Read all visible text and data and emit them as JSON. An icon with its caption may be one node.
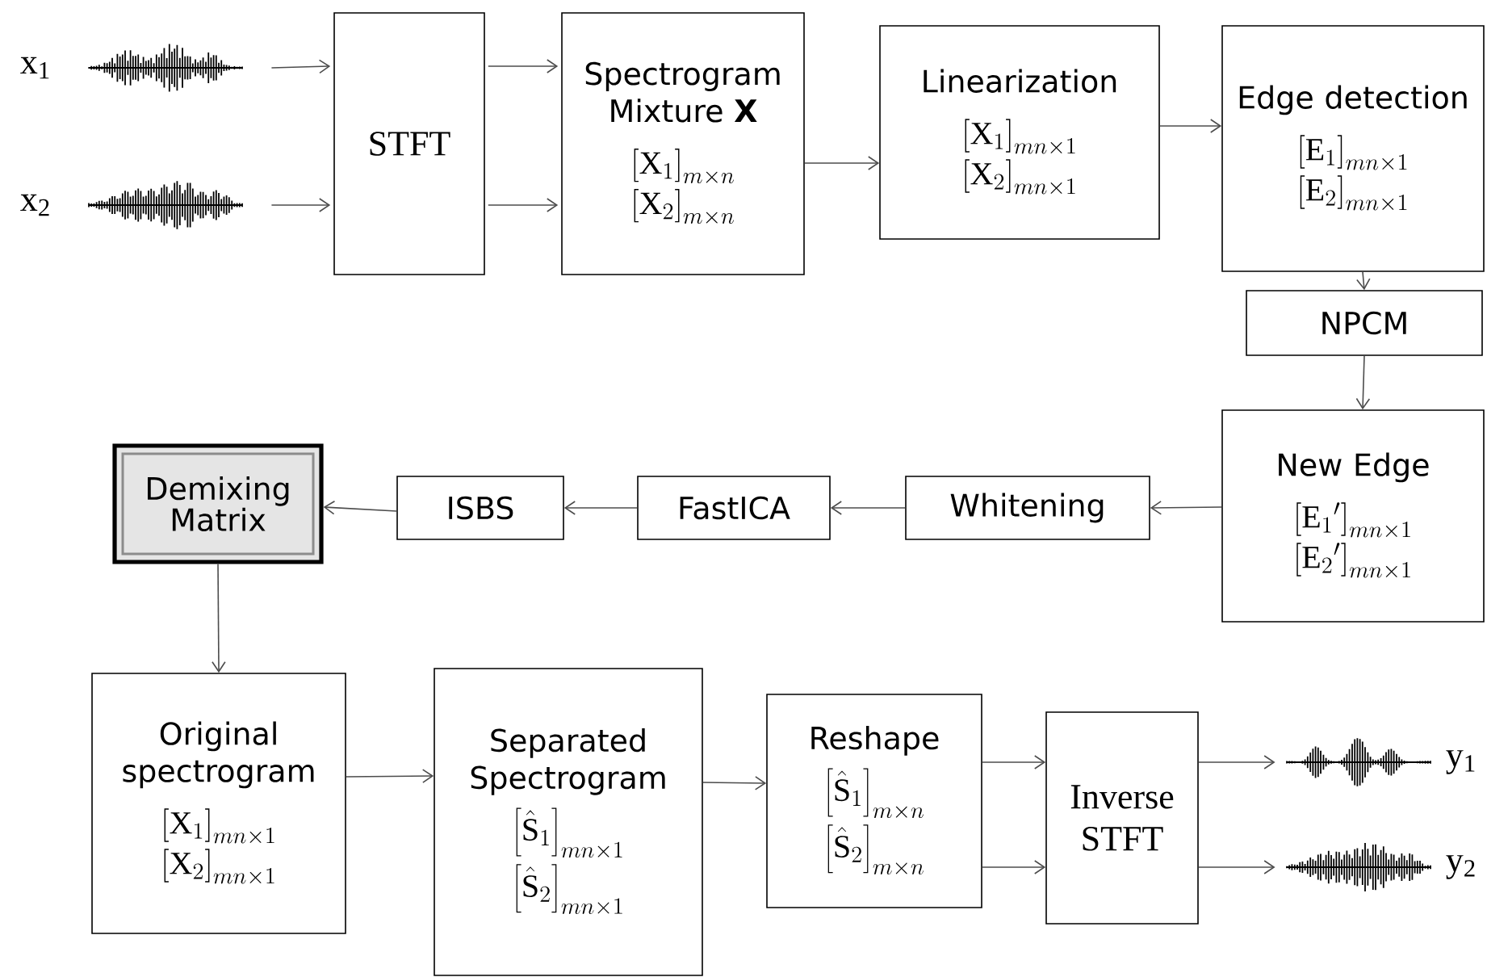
{
  "diagram": {
    "nodes": [
      {
        "text": [],
        "shape": "picture",
        "beside": [
          "x$_{1}$"
        ]
      },
      {
        "text": [],
        "shape": "picture",
        "beside": [
          "x$_{2}$"
        ]
      },
      {
        "text": [
          "STFT"
        ]
      },
      {
        "text": [
          "Spectrogram Mixture **X**",
          "\\left[\\mathrm{X}_{1}\\right]_{m\\times n}",
          "\\left[\\mathrm{X}_{2}\\right]_{m\\times n}"
        ]
      },
      {
        "text": [
          "Linearization",
          "\\left[\\mathrm{X}_{1}\\right]_{mn\\times 1}",
          "\\left[\\mathrm{X}_{2}\\right]_{mn\\times 1}"
        ]
      },
      {
        "text": [
          "Edge detection",
          "\\left[\\mathrm{E}_{1}\\right]_{mn\\times 1}",
          "\\left[\\mathrm{E}_{2}\\right]_{mn\\times 1}"
        ]
      },
      {
        "text": [
          "NPCM"
        ]
      },
      {
        "text": [
          "New Edge",
          "\\left[\\mathrm{E}_{1}{}'\\right]_{mn\\times 1}",
          "\\left[\\mathrm{E}_{2}{}'\\right]_{mn\\times 1}"
        ]
      },
      {
        "text": [
          "Whitening"
        ]
      },
      {
        "text": [
          "FastICA"
        ]
      },
      {
        "text": [
          "ISBS"
        ]
      },
      {
        "text": [
          "Demixing Matrix"
        ]
      },
      {
        "text": [
          "Original spectrogram",
          "\\left[\\mathrm{X}_{1}\\right]_{mn\\times 1}",
          "\\left[\\mathrm{X}_{2}\\right]_{mn\\times 1}"
        ]
      },
      {
        "text": [
          "Separated Spectrogram",
          "\\left[\\hat{\\mathrm{S}}_{1}\\right]_{mn\\times 1}",
          "\\left[\\hat{\\mathrm{S}}_{2}\\right]_{mn\\times 1}"
        ]
      },
      {
        "text": [
          "Reshape",
          "\\left[\\hat{\\mathrm{S}}_{1}\\right]_{m\\times n}",
          "\\left[\\hat{\\mathrm{S}}_{2}\\right]_{m\\times n}"
        ]
      },
      {
        "text": [
          "Inverse STFT"
        ]
      },
      {
        "text": [],
        "shape": "picture",
        "beside": [
          "y$_{1}$"
        ]
      },
      {
        "text": [],
        "shape": "picture",
        "beside": [
          "y$_{2}$"
        ]
      }
    ],
    "edges": [
      {
        "from": 0,
        "to": 2,
        "arrow": "to"
      },
      {
        "from": 1,
        "to": 2,
        "arrow": "to"
      },
      {
        "from": 2,
        "to": 3,
        "arrow": "to"
      },
      {
        "from": 2,
        "to": 3,
        "arrow": "to"
      },
      {
        "from": 3,
        "to": 4,
        "arrow": "to"
      },
      {
        "from": 4,
        "to": 5,
        "arrow": "to"
      },
      {
        "from": 5,
        "to": 6,
        "arrow": "to"
      },
      {
        "from": 6,
        "to": 7,
        "arrow": "to"
      },
      {
        "from": 7,
        "to": 8,
        "arrow": "to"
      },
      {
        "from": 8,
        "to": 9,
        "arrow": "to"
      },
      {
        "from": 9,
        "to": 10,
        "arrow": "to"
      },
      {
        "from": 10,
        "to": 11,
        "arrow": "to"
      },
      {
        "from": 11,
        "to": 12,
        "arrow": "to"
      },
      {
        "from": 12,
        "to": 13,
        "arrow": "to"
      },
      {
        "from": 13,
        "to": 14,
        "arrow": "to"
      },
      {
        "from": 14,
        "to": 15,
        "arrow": "to"
      },
      {
        "from": 14,
        "to": 15,
        "arrow": "to"
      },
      {
        "from": 15,
        "to": 16,
        "arrow": "to"
      },
      {
        "from": 15,
        "to": 17,
        "arrow": "to"
      }
    ]
  }
}
